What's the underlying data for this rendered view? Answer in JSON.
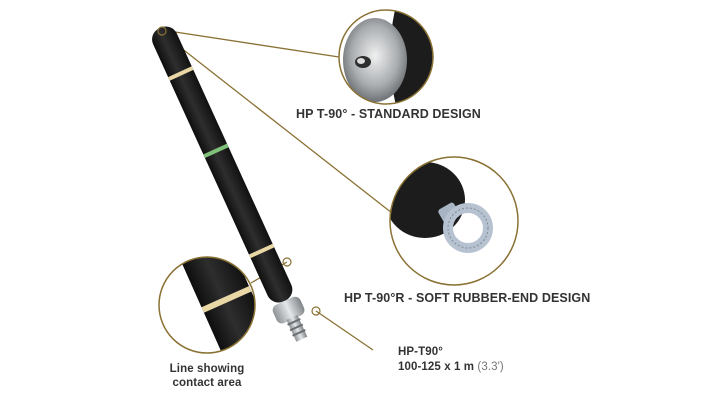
{
  "product": {
    "name": "HP-T90°",
    "spec_main": "100-125 x 1 m",
    "spec_imperial": "(3.3')"
  },
  "callouts": {
    "standard": {
      "title": "HP T-90° - STANDARD DESIGN",
      "icon": "stainless-steel-end-detail"
    },
    "rubber_end": {
      "title": "HP T-90°R - SOFT RUBBER-END DESIGN",
      "icon": "rubber-end-eye-bolt-detail"
    },
    "contact": {
      "line1": "Line showing",
      "line2": "contact area",
      "icon": "contact-line-detail"
    }
  },
  "colors": {
    "accent_gold": "#8a7134",
    "pipe_black": "#1c1c1c",
    "band_cream": "#e9d7a6",
    "band_green": "#7fc07a",
    "steel": "#b8bcc0",
    "text": "#333333"
  }
}
